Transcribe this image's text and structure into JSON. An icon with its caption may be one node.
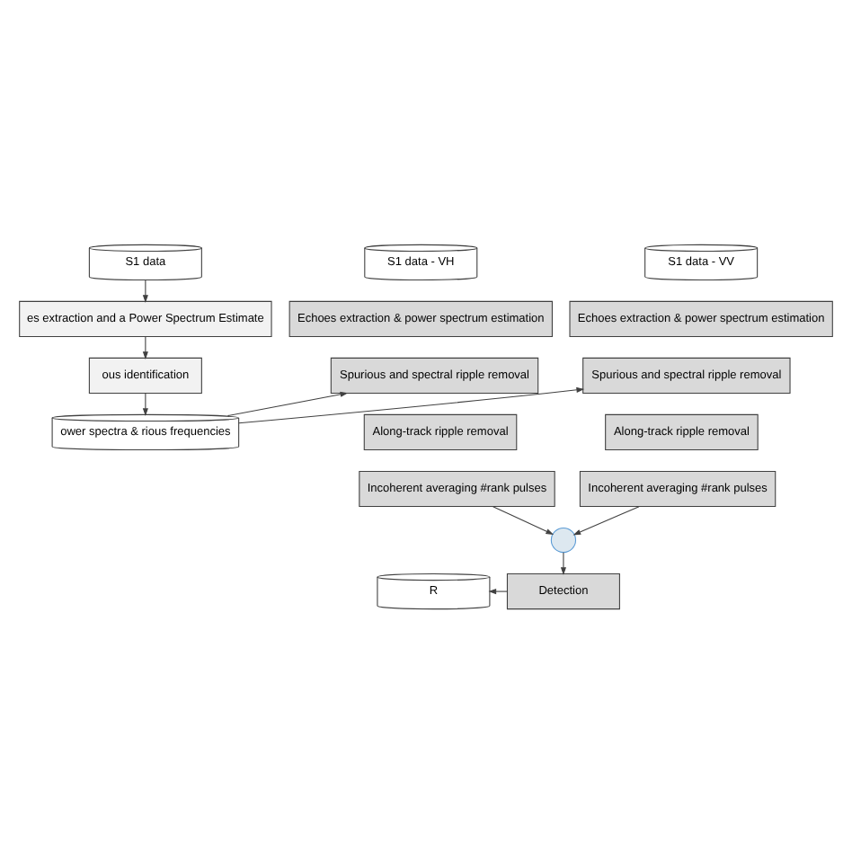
{
  "diagram": {
    "nodes": [
      {
        "text": [
          "S1 data"
        ]
      },
      {
        "text": [
          "es extraction and a Power Spectrum Estimate"
        ]
      },
      {
        "text": [
          "ous identification"
        ]
      },
      {
        "text": [
          "ower spectra & rious frequencies"
        ]
      },
      {
        "text": [
          "S1 data - VV"
        ]
      },
      {
        "text": [
          "S1 data - VH"
        ]
      },
      {
        "text": [
          "Echoes extraction & power spectrum estimation"
        ]
      },
      {
        "text": [
          "Echoes extraction & power spectrum estimation"
        ]
      },
      {
        "text": [
          "Spurious and spectral ripple removal"
        ]
      },
      {
        "text": [
          "Spurious and spectral ripple removal"
        ]
      },
      {
        "text": [
          "Along-track ripple removal"
        ]
      },
      {
        "text": [
          "Along-track ripple removal"
        ]
      },
      {
        "text": [
          "Incoherent averaging #rank pulses"
        ]
      },
      {
        "text": [
          "Incoherent averaging #rank pulses"
        ]
      },
      {
        "text": [],
        "shape": "circle"
      },
      {
        "text": [
          "Detection"
        ]
      },
      {
        "text": [
          "R"
        ]
      }
    ],
    "edges": [
      {
        "from": 0,
        "to": 1,
        "arrow": "to"
      },
      {
        "from": 1,
        "to": 2,
        "arrow": "to"
      },
      {
        "from": 2,
        "to": 3,
        "arrow": "to"
      },
      {
        "from": 3,
        "to": 8,
        "arrow": "to"
      },
      {
        "from": 3,
        "to": 9,
        "arrow": "to"
      },
      {
        "from": 12,
        "to": 14,
        "arrow": "to"
      },
      {
        "from": 13,
        "to": 14,
        "arrow": "to"
      },
      {
        "from": 14,
        "to": 15,
        "arrow": "to"
      },
      {
        "from": 15,
        "to": 16,
        "arrow": "to"
      }
    ]
  }
}
